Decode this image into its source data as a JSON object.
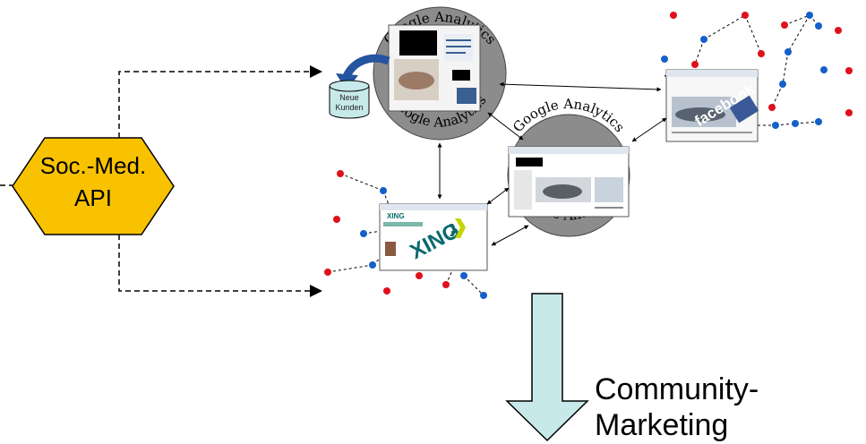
{
  "api_node": {
    "line1": "Soc.-Med.",
    "line2": "API"
  },
  "database": {
    "line1": "Neue",
    "line2": "Kunden"
  },
  "analytics_label": "Google Analytics",
  "facebook_label": "facebook",
  "xing_label": "XING",
  "xing_small_label": "XING",
  "result": {
    "line1": "Community-",
    "line2": "Marketing"
  },
  "colors": {
    "hex_fill": "#f9c200",
    "arrow_fill": "#c7e9ea",
    "dot_red": "#e0101a",
    "dot_blue": "#1560c8",
    "circle_gray": "#8c8c8c",
    "curved_arrow": "#2554a0"
  }
}
